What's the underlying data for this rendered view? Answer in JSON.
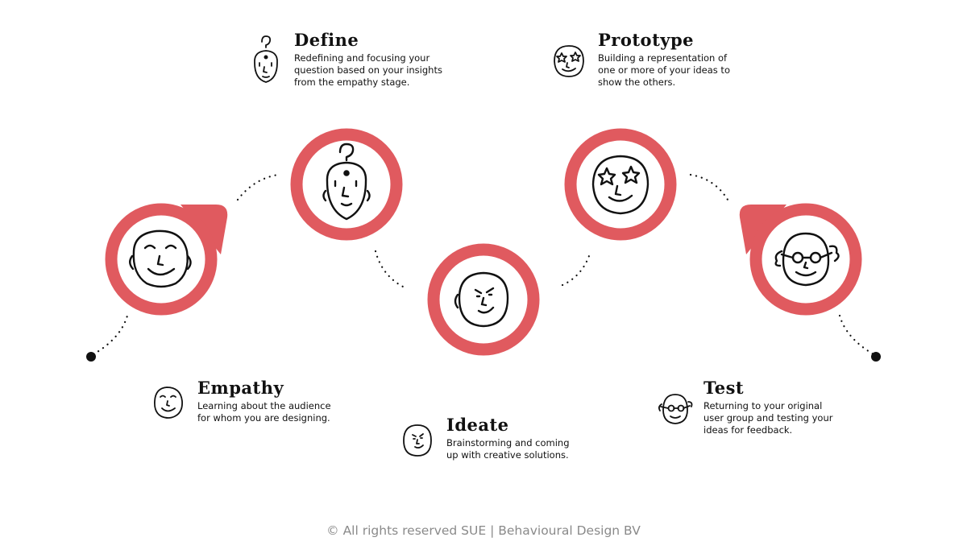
{
  "stages": {
    "empathy": {
      "title": "Empathy",
      "desc": [
        "Learning about the audience",
        "for whom you are designing."
      ],
      "face": "smiling-face-icon"
    },
    "define": {
      "title": "Define",
      "desc": [
        "Redefining and focusing your",
        "question based on your insights",
        "from the empathy stage."
      ],
      "face": "questioning-face-icon"
    },
    "ideate": {
      "title": "Ideate",
      "desc": [
        "Brainstorming and coming",
        "up with creative solutions."
      ],
      "face": "determined-face-icon"
    },
    "prototype": {
      "title": "Prototype",
      "desc": [
        "Building a representation of",
        "one or more of your ideas to",
        "show the others."
      ],
      "face": "star-eyed-face-icon"
    },
    "test": {
      "title": "Test",
      "desc": [
        "Returning to your original",
        "user group and testing your",
        "ideas for feedback."
      ],
      "face": "glasses-face-icon"
    }
  },
  "footer": "© All rights reserved SUE | Behavioural Design BV",
  "colors": {
    "accent": "#e05a5f",
    "ink": "#111111",
    "footer": "#8a8a8a"
  }
}
